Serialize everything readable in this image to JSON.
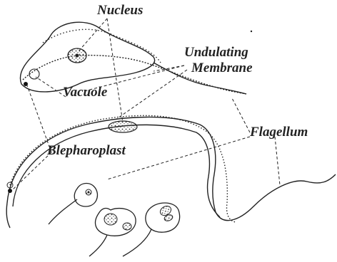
{
  "labels": {
    "nucleus": "Nucleus",
    "undulating_line1": "Undulating",
    "undulating_line2": "Membrane",
    "vacuole": "Vacuole",
    "flagellum": "Flagellum",
    "blepharoplast": "Blepharoplast"
  },
  "colors": {
    "ink": "#222222",
    "background": "#ffffff"
  }
}
